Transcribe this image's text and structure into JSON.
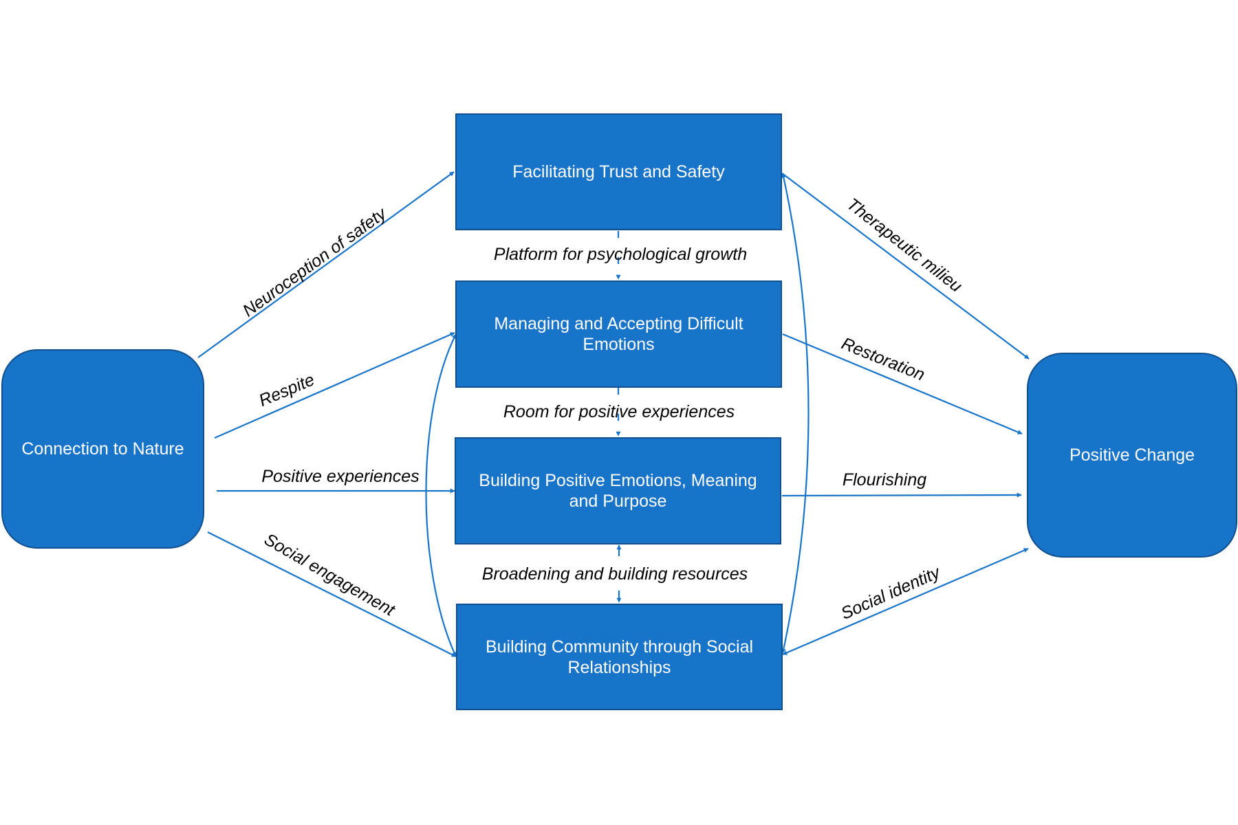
{
  "colors": {
    "node_fill": "#1874c9",
    "node_border": "#0f4f8f",
    "connector": "#1874c9",
    "label_text": "#000000"
  },
  "nodes": {
    "connection_to_nature": "Connection to Nature",
    "facilitating_trust": "Facilitating Trust and Safety",
    "managing_emotions": "Managing and Accepting Difficult Emotions",
    "building_positive": "Building Positive Emotions, Meaning and Purpose",
    "building_community": "Building Community through Social Relationships",
    "positive_change": "Positive Change"
  },
  "edge_labels": {
    "neuroception_of_safety": "Neuroception of safety",
    "respite": "Respite",
    "positive_experiences": "Positive experiences",
    "social_engagement": "Social engagement",
    "platform_for_growth": "Platform for psychological growth",
    "room_for_positive": "Room for positive experiences",
    "broadening_building": "Broadening and building resources",
    "therapeutic_milieu": "Therapeutic milieu",
    "restoration": "Restoration",
    "flourishing": "Flourishing",
    "social_identity": "Social identity"
  }
}
